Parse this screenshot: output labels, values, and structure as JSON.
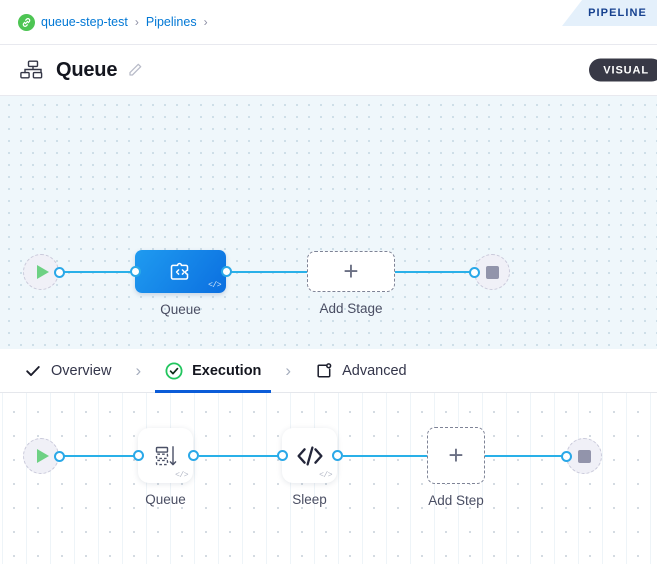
{
  "studio_tab": {
    "label": "PIPELINE"
  },
  "breadcrumb": {
    "project_icon": "project-link-icon",
    "items": [
      {
        "label": "queue-step-test",
        "sep": "›"
      },
      {
        "label": "Pipelines",
        "sep": "›"
      }
    ]
  },
  "header": {
    "pipeline_icon": "pipeline-hierarchy-icon",
    "title": "Queue",
    "edit_icon": "edit-pencil-icon",
    "visual_badge": "VISUAL"
  },
  "tabs": {
    "chevron": "›",
    "items": [
      {
        "label": "Overview",
        "icon": "check-icon",
        "active": false
      },
      {
        "label": "Execution",
        "icon": "check-circle-icon",
        "active": true
      },
      {
        "label": "Advanced",
        "icon": "advanced-box-icon",
        "active": false
      }
    ]
  },
  "stage_graph": {
    "start_node": {
      "name": "start-node",
      "icon": "play-icon"
    },
    "end_node": {
      "name": "end-node",
      "icon": "stop-icon"
    },
    "stages": [
      {
        "label": "Queue",
        "icon": "custom-stage-icon",
        "badge": "</>"
      }
    ],
    "add_stage": {
      "label": "Add Stage",
      "glyph": "+"
    }
  },
  "step_graph": {
    "start_node": {
      "name": "start-node",
      "icon": "play-icon"
    },
    "end_node": {
      "name": "end-node",
      "icon": "stop-icon"
    },
    "steps": [
      {
        "label": "Queue",
        "icon": "queue-batch-icon",
        "badge": "</>"
      },
      {
        "label": "Sleep",
        "icon": "code-brackets-icon",
        "badge": "</>"
      }
    ],
    "add_step": {
      "label": "Add Step",
      "glyph": "+"
    }
  },
  "colors": {
    "accent_blue": "#0b5cd8",
    "edge_blue": "#29b0e8",
    "stage_blue": "#0b6fe0",
    "success_green": "#4dc553",
    "badge_dark": "#383946"
  }
}
